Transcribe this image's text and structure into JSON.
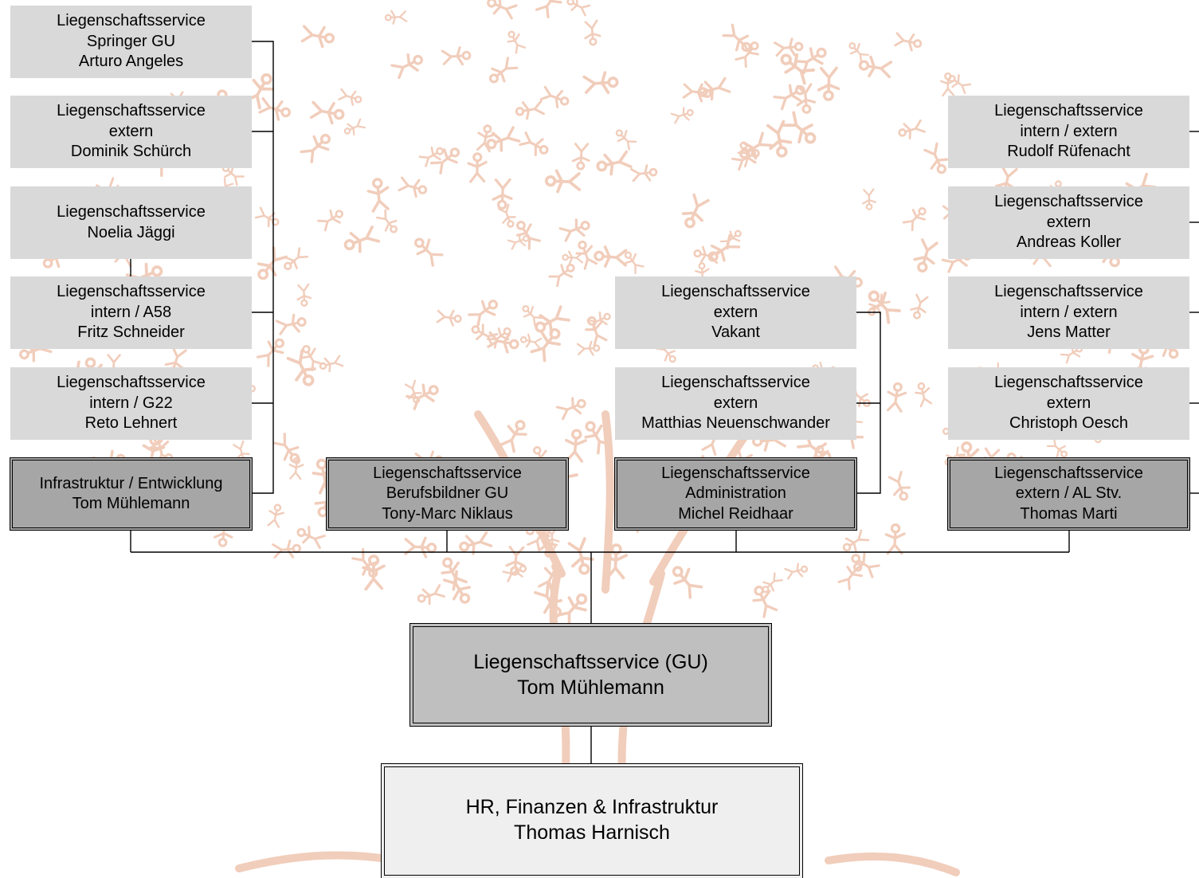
{
  "colors": {
    "background": "#ffffff",
    "tree_figures": "#f0c8b4",
    "leaf_box": "#d9d9d9",
    "team_box": "#a6a6a6",
    "center_box": "#bfbfbf",
    "root_box": "#efefef",
    "connector": "#000000"
  },
  "icons": {
    "background": "tree-of-stick-figures-watermark"
  },
  "root": {
    "lines": [
      "HR, Finanzen & Infrastruktur",
      "Thomas Harnisch"
    ]
  },
  "center": {
    "lines": [
      "Liegenschaftsservice (GU)",
      "Tom Mühlemann"
    ]
  },
  "teams": [
    {
      "lines": [
        "Infrastruktur / Entwicklung",
        "Tom Mühlemann"
      ]
    },
    {
      "lines": [
        "Liegenschaftsservice",
        "Berufsbildner GU",
        "Tony-Marc Niklaus"
      ]
    },
    {
      "lines": [
        "Liegenschaftsservice",
        "Administration",
        "Michel Reidhaar"
      ]
    },
    {
      "lines": [
        "Liegenschaftsservice",
        "extern / AL Stv.",
        "Thomas Marti"
      ]
    }
  ],
  "members": {
    "infrastruktur": [
      {
        "lines": [
          "Liegenschaftsservice",
          "Springer GU",
          "Arturo Angeles"
        ]
      },
      {
        "lines": [
          "Liegenschaftsservice",
          "extern",
          "Dominik Schürch"
        ]
      },
      {
        "lines": [
          "Liegenschaftsservice",
          "Noelia Jäggi"
        ]
      },
      {
        "lines": [
          "Liegenschaftsservice",
          "intern / A58",
          "Fritz Schneider"
        ]
      },
      {
        "lines": [
          "Liegenschaftsservice",
          "intern / G22",
          "Reto Lehnert"
        ]
      }
    ],
    "administration": [
      {
        "lines": [
          "Liegenschaftsservice",
          "extern",
          "Vakant"
        ]
      },
      {
        "lines": [
          "Liegenschaftsservice",
          "extern",
          "Matthias Neuenschwander"
        ]
      }
    ],
    "extern": [
      {
        "lines": [
          "Liegenschaftsservice",
          "intern / extern",
          "Rudolf Rüfenacht"
        ]
      },
      {
        "lines": [
          "Liegenschaftsservice",
          "extern",
          "Andreas Koller"
        ]
      },
      {
        "lines": [
          "Liegenschaftsservice",
          "intern / extern",
          "Jens Matter"
        ]
      },
      {
        "lines": [
          "Liegenschaftsservice",
          "extern",
          "Christoph Oesch"
        ]
      }
    ]
  }
}
